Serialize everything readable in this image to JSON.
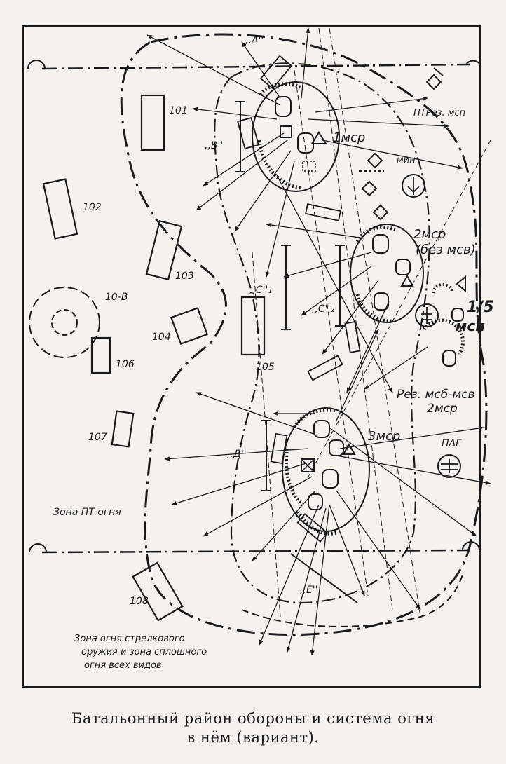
{
  "caption": {
    "line1": "Батальонный район обороны и система огня",
    "line2": "в нём (вариант)."
  },
  "labels": {
    "point_A": ",,А''",
    "point_B": ",,В''",
    "point_C1": ",,С''₁",
    "point_C2": ",,С''₂",
    "point_D": ",,Д''",
    "point_E": ",,Е''",
    "company1": "1мср",
    "company2_line1": "2мср",
    "company2_line2": "(без мсв)",
    "company3": "3мср",
    "ptrez": "ПТРез. мсп",
    "min": "мин",
    "bn_a": "1/5",
    "bn_b": "мсп",
    "rez_line1": "Рез. мсб-мсв",
    "rez_line2": "2мср",
    "pag": "ПАГ",
    "zone_pt": "Зона ПТ огня",
    "zone_small_line1": "Зона огня стрелкового",
    "zone_small_line2": "оружия и зона сплошного",
    "zone_small_line3": "огня всех видов",
    "p101": "101",
    "p102": "102",
    "p103": "103",
    "p104": "104",
    "p105": "105",
    "p106": "106",
    "p107": "107",
    "p108": "108",
    "p10b": "10-В"
  }
}
